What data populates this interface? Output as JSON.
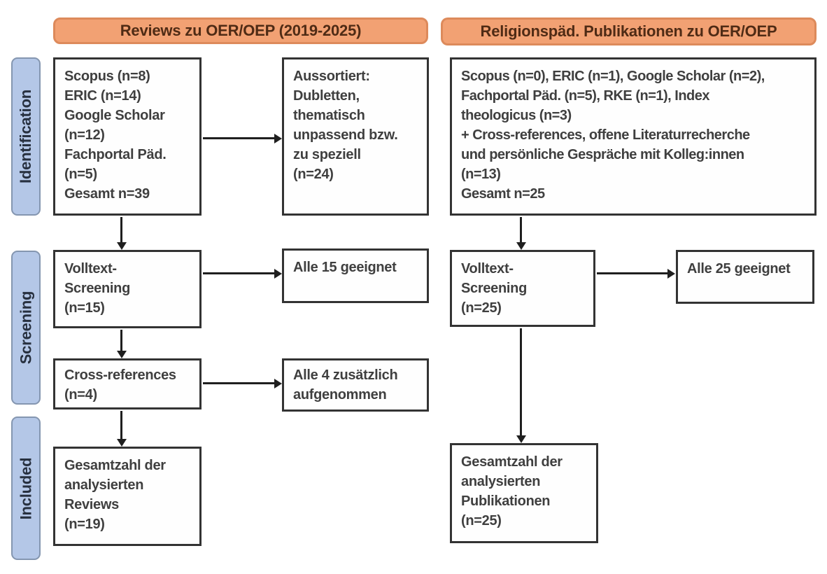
{
  "colors": {
    "header_fill": "#f2a173",
    "header_border": "#dd8a5b",
    "header_text": "#4f2b15",
    "label_fill": "#b4c7e7",
    "label_border": "#8496b0",
    "label_text": "#27303f",
    "box_border": "#333333",
    "box_text": "#3f3f3f",
    "arrow": "#1f1f1f",
    "background": "#ffffff"
  },
  "headers": {
    "left": "Reviews zu OER/OEP (2019-2025)",
    "right": "Religionspäd. Publikationen zu OER/OEP"
  },
  "stage_labels": {
    "identification": "Identification",
    "screening": "Screening",
    "included": "Included"
  },
  "boxes": {
    "left_sources": "Scopus (n=8)\nERIC (n=14)\nGoogle Scholar\n(n=12)\nFachportal Päd.\n(n=5)\nGesamt n=39",
    "left_excluded": "Aussortiert:\nDubletten,\nthematisch\nunpassend bzw.\nzu speziell\n(n=24)",
    "right_sources": "Scopus (n=0), ERIC (n=1), Google Scholar (n=2),\nFachportal Päd. (n=5), RKE (n=1), Index\ntheologicus (n=3)\n+ Cross-references, offene Literaturrecherche\nund persönliche Gespräche mit Kolleg:innen\n(n=13)\nGesamt n=25",
    "left_fulltext": "Volltext-\nScreening\n(n=15)",
    "left_fulltext_result": "Alle 15 geeignet",
    "right_fulltext": "Volltext-\nScreening\n(n=25)",
    "right_fulltext_result": "Alle 25 geeignet",
    "left_crossref": "Cross-references\n(n=4)",
    "left_crossref_result": "Alle 4 zusätzlich\naufgenommen",
    "left_total": "Gesamtzahl der\nanalysierten\nReviews\n(n=19)",
    "right_total": "Gesamtzahl der\nanalysierten\nPublikationen\n(n=25)"
  }
}
